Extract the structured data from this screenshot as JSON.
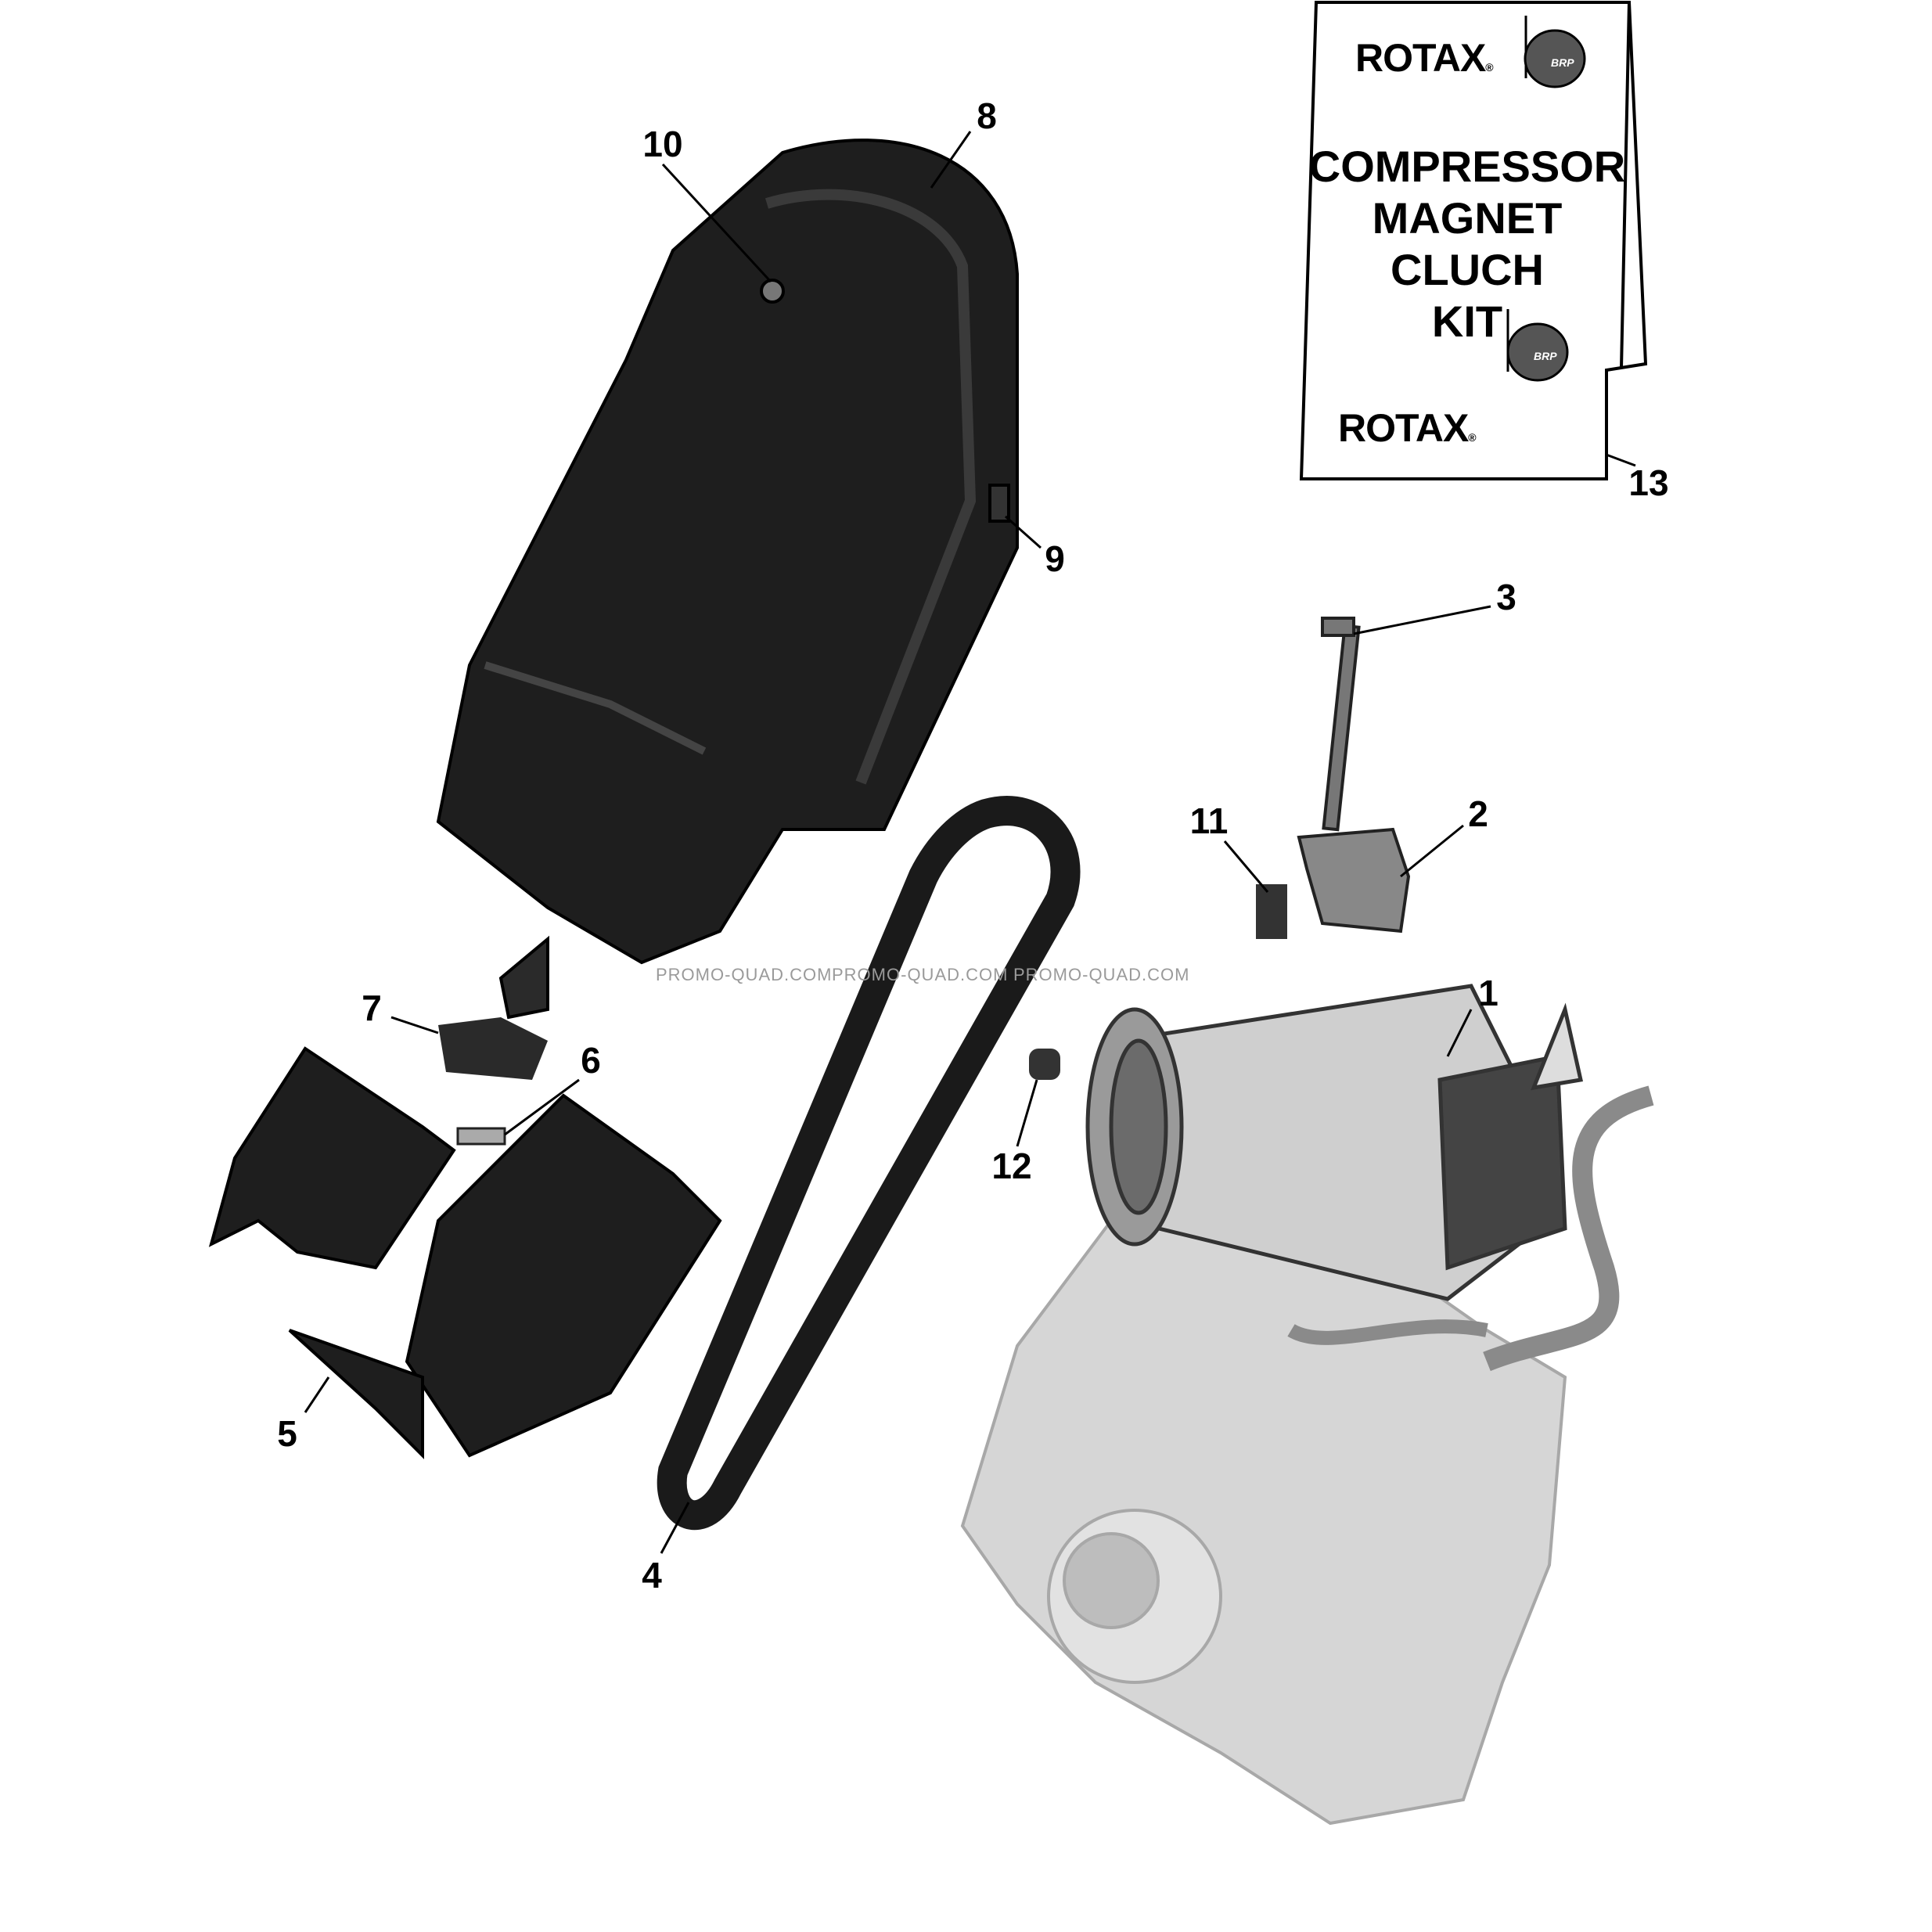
{
  "diagram": {
    "callouts": [
      "1",
      "2",
      "3",
      "4",
      "5",
      "6",
      "7",
      "8",
      "9",
      "10",
      "11",
      "12",
      "13"
    ],
    "watermark": "PROMO-QUAD.COM",
    "kit_box": {
      "brand": "ROTAX",
      "brand_mark": "®",
      "badge": "BRP",
      "title_lines": [
        "COMPRESSOR",
        "MAGNET",
        "CLUCH",
        "KIT"
      ]
    }
  }
}
